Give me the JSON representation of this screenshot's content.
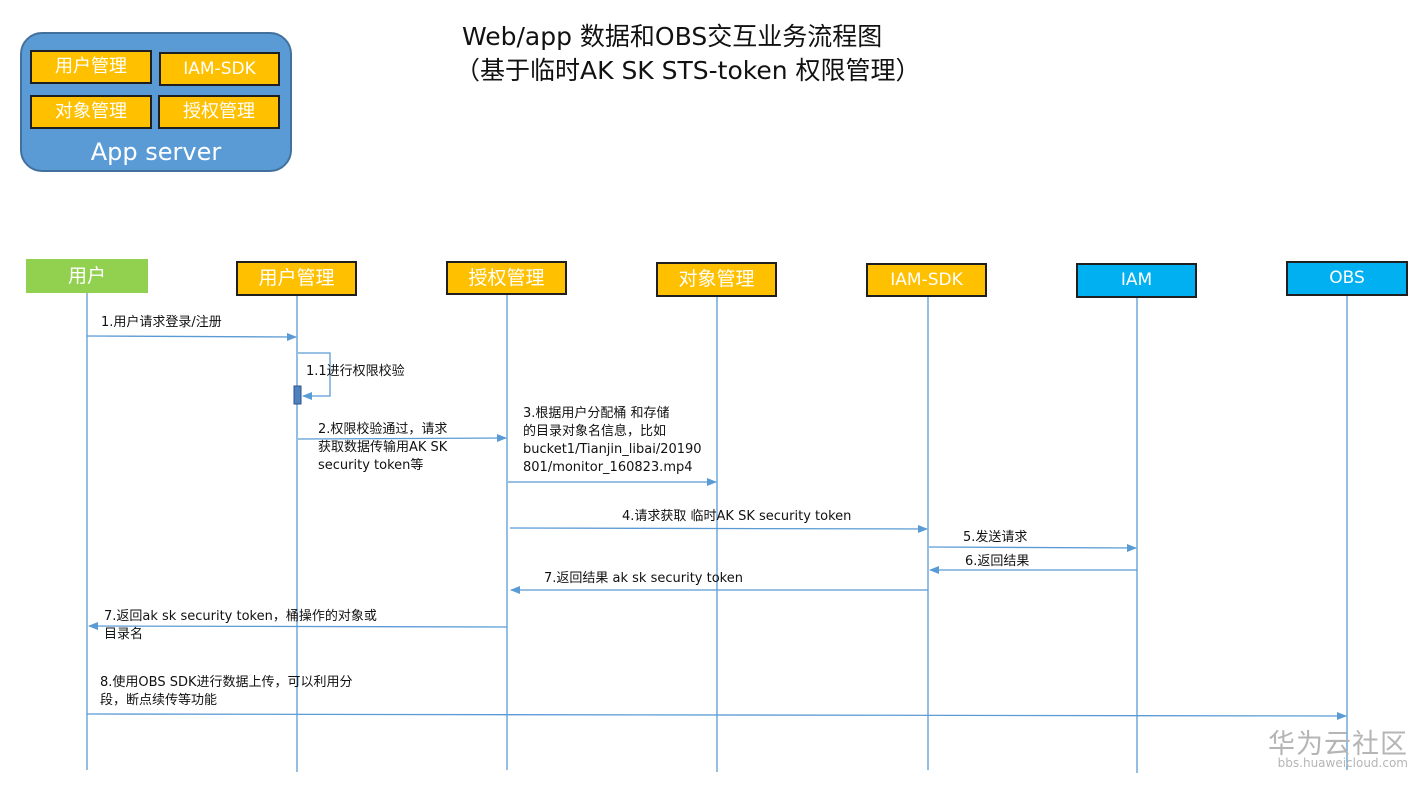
{
  "title_line1": "Web/app 数据和OBS交互业务流程图",
  "title_line2": "（基于临时AK SK STS-token 权限管理）",
  "server": {
    "label": "App server",
    "modules": [
      "用户管理",
      "IAM-SDK",
      "对象管理",
      "授权管理"
    ]
  },
  "actors": [
    "用户",
    "用户管理",
    "授权管理",
    "对象管理",
    "IAM-SDK",
    "IAM",
    "OBS"
  ],
  "messages": [
    {
      "label": [
        "1.用户请求登录/注册"
      ]
    },
    {
      "label": [
        "1.1进行权限校验"
      ]
    },
    {
      "label": [
        "2.权限校验通过，请求",
        "获取数据传输用AK SK",
        "security token等"
      ]
    },
    {
      "label": [
        "3.根据用户分配桶 和存储",
        "的目录对象名信息，比如",
        "bucket1/Tianjin_libai/20190",
        "801/monitor_160823.mp4"
      ]
    },
    {
      "label": [
        "4.请求获取 临时AK SK security token"
      ]
    },
    {
      "label": [
        "5.发送请求"
      ]
    },
    {
      "label": [
        "6.返回结果"
      ]
    },
    {
      "label": [
        "7.返回结果 ak sk security token"
      ]
    },
    {
      "label": [
        "7.返回ak sk security token，桶操作的对象或",
        "目录名"
      ]
    },
    {
      "label": [
        "8.使用OBS SDK进行数据上传，可以利用分",
        "段，断点续传等功能"
      ]
    }
  ],
  "colors": {
    "gold": "#ffc000",
    "green": "#92d050",
    "blue": "#00b0f0",
    "server": "#5b9bd5",
    "arrow": "#5b9bd5"
  },
  "watermark": {
    "brand": "华为云社区",
    "url": "bbs.huaweicloud.com"
  }
}
